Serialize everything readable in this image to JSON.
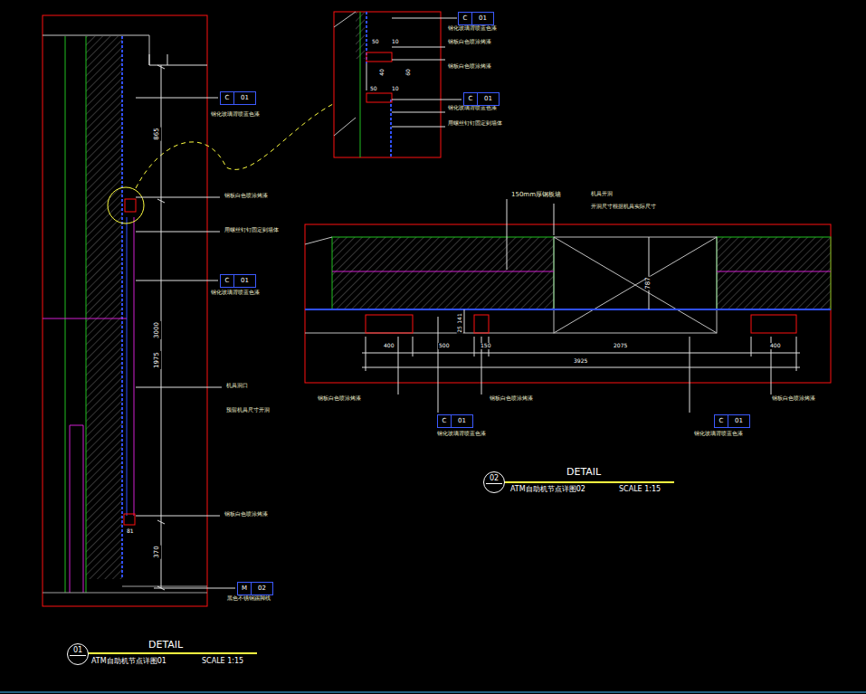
{
  "diagram": {
    "nodes": [
      {
        "text": [
          "C",
          "01"
        ]
      },
      {
        "text": [
          "C",
          "01"
        ]
      },
      {
        "text": [
          "C",
          "01"
        ]
      },
      {
        "text": [
          "C",
          "01"
        ]
      },
      {
        "text": [
          "C",
          "01"
        ]
      },
      {
        "text": [
          "C",
          "01"
        ]
      },
      {
        "text": [
          "M",
          "02"
        ]
      },
      {
        "text": [
          "02"
        ]
      },
      {
        "text": [
          "01"
        ]
      }
    ],
    "edges": [],
    "labels": [
      "钢化玻璃背喷蓝色漆",
      "钢板白色喷涂烤漆",
      "钢板白色喷涂烤漆",
      "钢化玻璃背喷蓝色漆",
      "用螺丝钉钉固定到墙体",
      "50",
      "10",
      "40",
      "60",
      "50",
      "10",
      "865",
      "钢化玻璃背喷蓝色漆",
      "钢板白色喷涂烤漆",
      "用螺丝钉钉固定到墙体",
      "150mm厚钢板墙",
      "机具开洞",
      "开洞尺寸根据机具实际尺寸",
      "787",
      "钢化玻璃背喷蓝色漆",
      "3000",
      "25",
      "141",
      "400",
      "500",
      "150",
      "2075",
      "400",
      "3925",
      "1975",
      "机具洞口",
      "预留机具尺寸开洞",
      "钢板白色喷涂烤漆",
      "钢板白色喷涂烤漆",
      "钢板白色喷涂烤漆",
      "钢化玻璃背喷蓝色漆",
      "钢化玻璃背喷蓝色漆",
      "DETAIL",
      "ATM自助机节点详图02",
      "SCALE 1:15",
      "钢板白色喷涂烤漆",
      "81",
      "370",
      "黑色不锈钢踢脚线",
      "DETAIL",
      "ATM自助机节点详图01",
      "SCALE 1:15"
    ]
  }
}
